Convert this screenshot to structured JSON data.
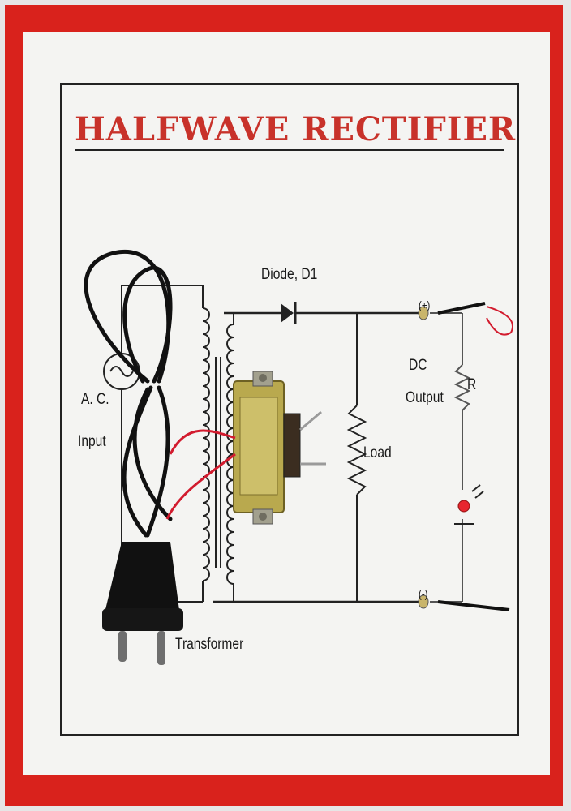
{
  "title": "HALFWAVE RECTIFIER",
  "labels": {
    "diode": "Diode, D1",
    "ac_line1": "A. C.",
    "ac_line2": "Input",
    "dc_line1": "DC",
    "dc_line2": "Output",
    "resistor": "R",
    "load": "Load",
    "transformer": "Transformer",
    "plus": "(+)",
    "minus": "(-)"
  },
  "colors": {
    "board": "#d9221c",
    "paper": "#f4f4f2",
    "title": "#c8322a",
    "ink": "#222222",
    "transformer_body": "#b9a94e",
    "red_wire": "#d21b2e",
    "led": "#e8262e"
  }
}
